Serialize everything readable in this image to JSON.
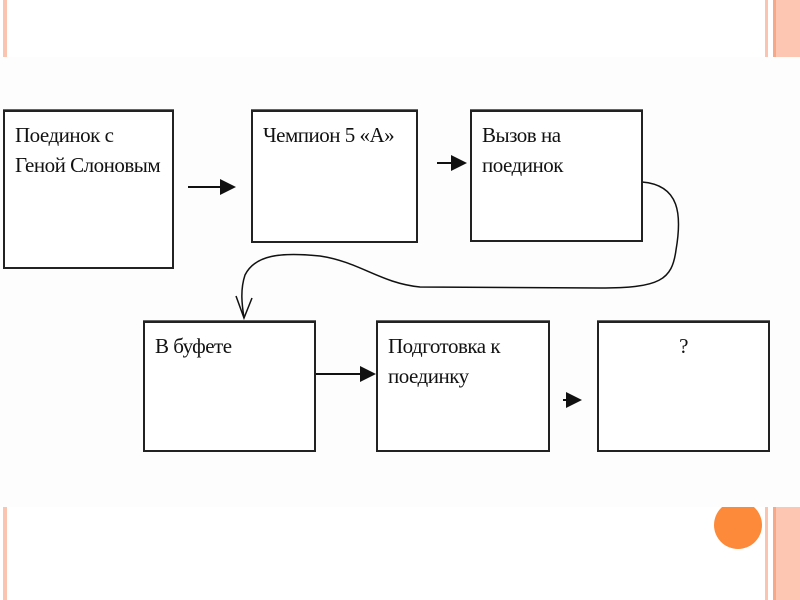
{
  "diagram": {
    "boxes": [
      {
        "id": "b1",
        "label": "Поединок с Геной Слоновым"
      },
      {
        "id": "b2",
        "label": "Чемпион 5 «А»"
      },
      {
        "id": "b3",
        "label": "Вызов на поединок"
      },
      {
        "id": "b4",
        "label": "В буфете"
      },
      {
        "id": "b5",
        "label": "Подготовка к поединку"
      },
      {
        "id": "b6",
        "label": "?"
      }
    ],
    "colors": {
      "accent": "#fd8a3a",
      "stripe": "#fbc4b0"
    }
  }
}
